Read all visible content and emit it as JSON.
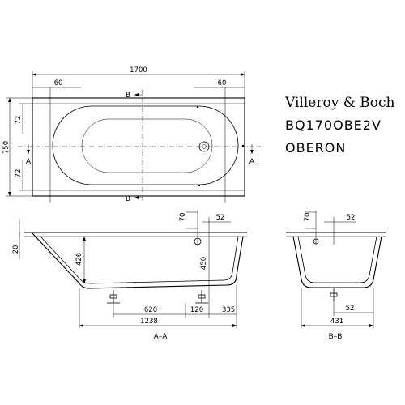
{
  "brand": {
    "name": "Villeroy & Boch",
    "model": "BQ170OBE2V",
    "series": "OBERON"
  },
  "plan_view": {
    "length": "1700",
    "width": "750",
    "rim_left": "60",
    "rim_right": "60",
    "rim_top": "72",
    "rim_bottom": "72",
    "marker_b": "B",
    "marker_a": "A"
  },
  "section_aa": {
    "label": "A–A",
    "rim_height": "20",
    "depth": "426",
    "waste_height": "450",
    "overflow_offset": "70",
    "overflow_width": "52",
    "waste_to_foot": "620",
    "foot_gap": "120",
    "waste_to_end": "335",
    "overall_inner": "1238"
  },
  "section_bb": {
    "label": "B–B",
    "overflow_offset": "70",
    "overflow_width": "52",
    "bottom_width": "431",
    "waste_offset": "52"
  }
}
